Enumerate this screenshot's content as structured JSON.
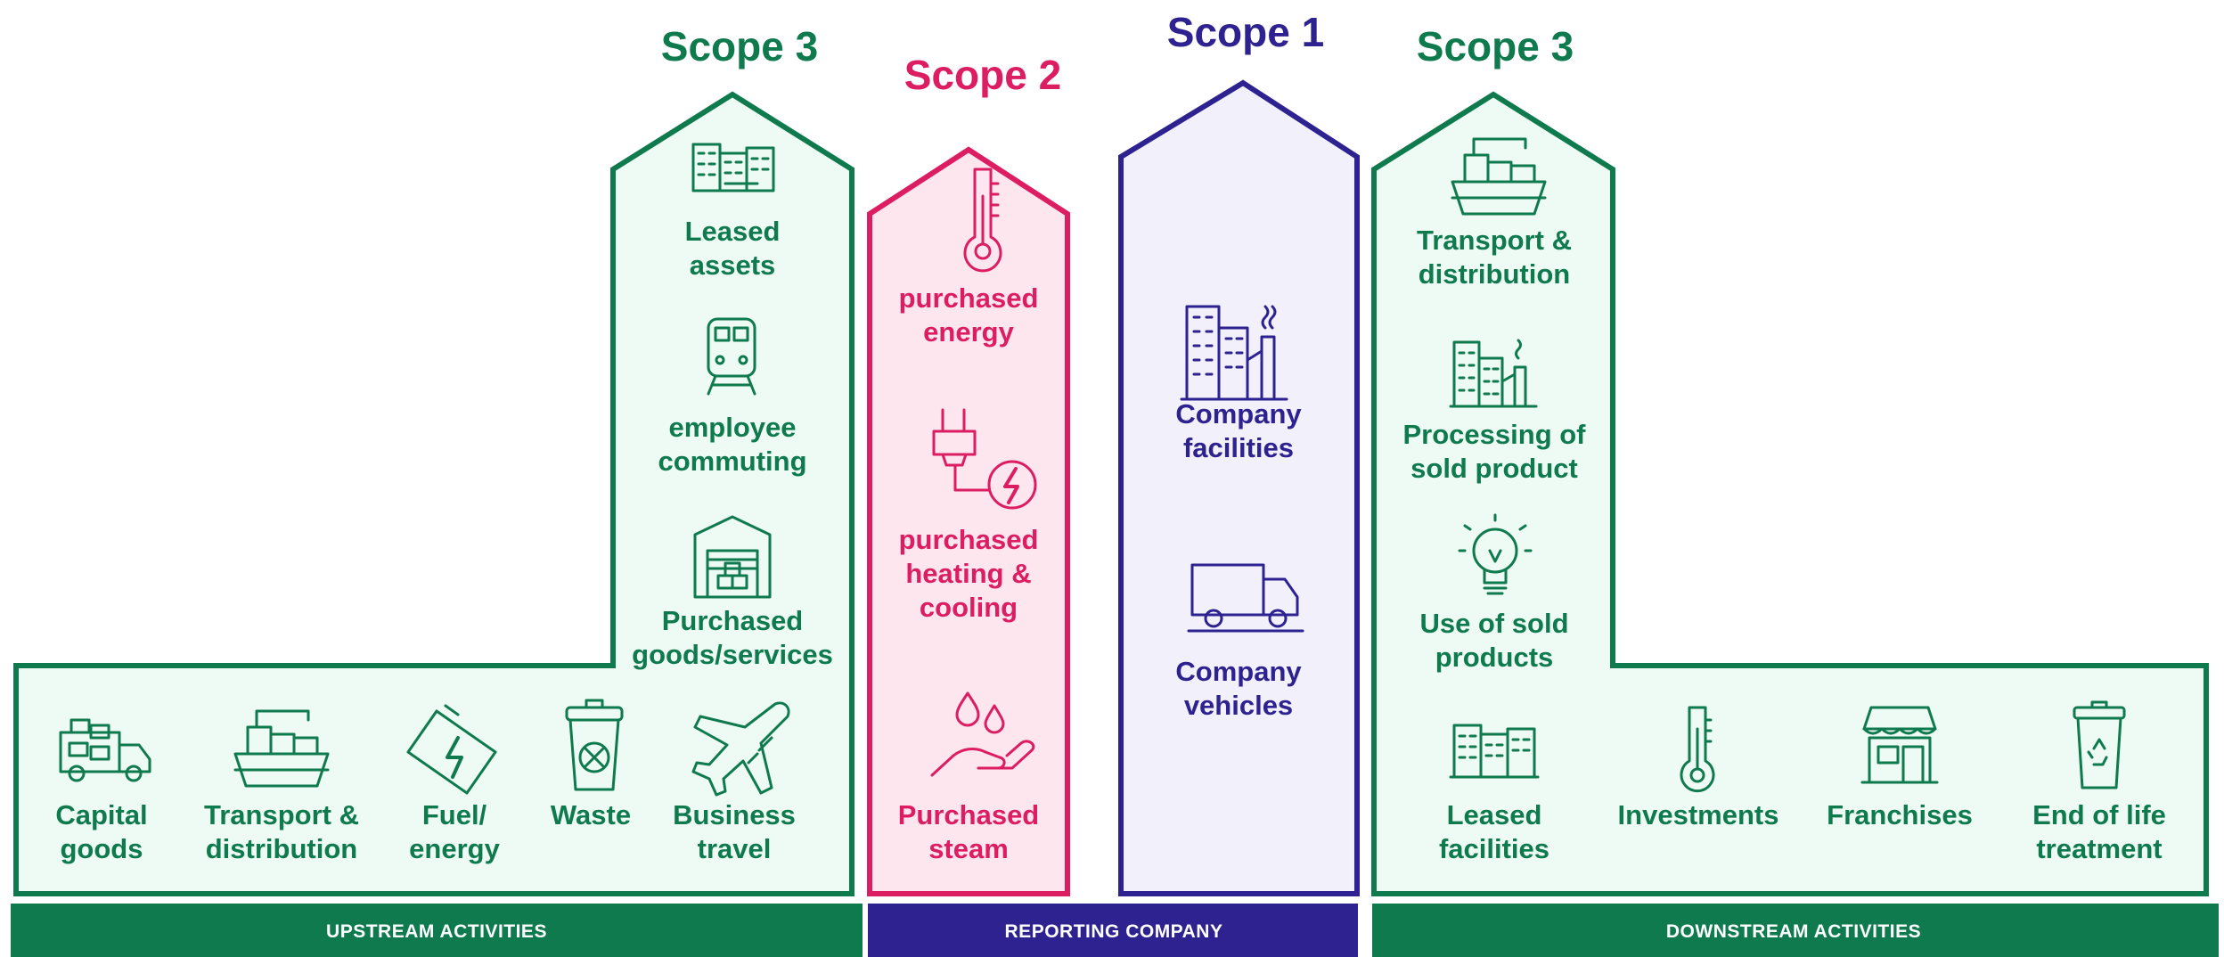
{
  "colors": {
    "green": "#0e7a4e",
    "green_fill": "#eefaf4",
    "pink": "#dd1d62",
    "pink_fill": "#fde6ee",
    "navy": "#2d2290",
    "navy_fill": "#f1f0fb"
  },
  "scopes": {
    "upstream_scope": "Scope 3",
    "scope2": "Scope 2",
    "scope1": "Scope 1",
    "downstream_scope": "Scope 3"
  },
  "upstream": {
    "tower_items": [
      {
        "lines": [
          "Leased",
          "assets"
        ],
        "icon": "leased-assets-building-icon"
      },
      {
        "lines": [
          "employee",
          "commuting"
        ],
        "icon": "train-icon"
      },
      {
        "lines": [
          "Purchased",
          "goods/services"
        ],
        "icon": "warehouse-icon"
      }
    ],
    "base_items": [
      {
        "lines": [
          "Capital",
          "goods"
        ],
        "icon": "truck-boxes-icon"
      },
      {
        "lines": [
          "Transport &",
          "distribution"
        ],
        "icon": "cargo-ship-icon"
      },
      {
        "lines": [
          "Fuel/",
          "energy"
        ],
        "icon": "battery-icon"
      },
      {
        "lines": [
          "Waste"
        ],
        "icon": "trash-bin-icon"
      },
      {
        "lines": [
          "Business",
          "travel"
        ],
        "icon": "airplane-icon"
      }
    ],
    "bar_label": "UPSTREAM ACTIVITIES"
  },
  "scope2": {
    "items": [
      {
        "lines": [
          "purchased",
          "energy"
        ],
        "icon": "thermometer-icon"
      },
      {
        "lines": [
          "purchased",
          "heating &",
          "cooling"
        ],
        "icon": "plug-icon"
      },
      {
        "lines": [
          "Purchased",
          "steam"
        ],
        "icon": "hand-drops-icon"
      }
    ]
  },
  "scope1": {
    "items": [
      {
        "lines": [
          "Company",
          "facilities"
        ],
        "icon": "factory-icon"
      },
      {
        "lines": [
          "Company",
          "vehicles"
        ],
        "icon": "delivery-truck-icon"
      }
    ]
  },
  "reporting": {
    "bar_label": "REPORTING COMPANY"
  },
  "downstream": {
    "tower_items": [
      {
        "lines": [
          "Transport &",
          "distribution"
        ],
        "icon": "cargo-ship-icon"
      },
      {
        "lines": [
          "Processing of",
          "sold product"
        ],
        "icon": "factory-icon"
      },
      {
        "lines": [
          "Use of sold",
          "products"
        ],
        "icon": "light-bulb-icon"
      }
    ],
    "base_items": [
      {
        "lines": [
          "Leased",
          "facilities"
        ],
        "icon": "leased-building-icon"
      },
      {
        "lines": [
          "Investments"
        ],
        "icon": "thermometer-icon"
      },
      {
        "lines": [
          "Franchises"
        ],
        "icon": "storefront-icon"
      },
      {
        "lines": [
          "End of life",
          "treatment"
        ],
        "icon": "recycle-bin-icon"
      }
    ],
    "bar_label": "DOWNSTREAM ACTIVITIES"
  }
}
